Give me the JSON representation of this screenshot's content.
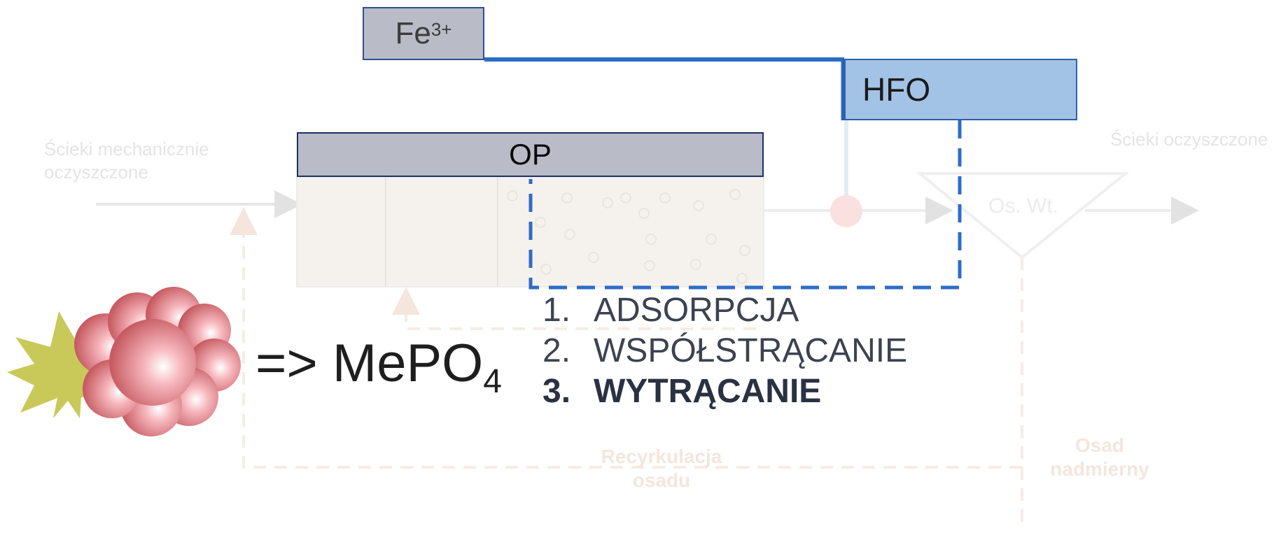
{
  "reagent": {
    "base": "Fe",
    "charge": "3+"
  },
  "hydroxide_box": {
    "label": "HFO"
  },
  "reactor": {
    "label": "OP"
  },
  "flows": {
    "inflow_label": "Ścieki mechanicznie oczyszczone",
    "outflow_label": "Ścieki oczyszczone",
    "clarifier_label": "Os. Wt.",
    "recirculation_label": "Recyrkulacja osadu",
    "excess_sludge_label": "Osad nadmierny"
  },
  "formula": {
    "arrow": "=>",
    "base": "MePO",
    "subscript": "4"
  },
  "mechanisms": [
    {
      "number": "1.",
      "label": "ADSORPCJA",
      "emphasis": false
    },
    {
      "number": "2.",
      "label": "WSPÓŁSTRĄCANIE",
      "emphasis": false
    },
    {
      "number": "3.",
      "label": "WYTRĄCANIE",
      "emphasis": true
    }
  ],
  "colors": {
    "reagent_box": "#b9bcc6",
    "hfo_box": "#a3c3e6",
    "feed_line": "#2b6cc4",
    "dashed_path": "#2e6cc8",
    "reactor_body": "#f5f1ec",
    "floc_cloud": "#e87e88",
    "starburst": "#c9c95a"
  }
}
